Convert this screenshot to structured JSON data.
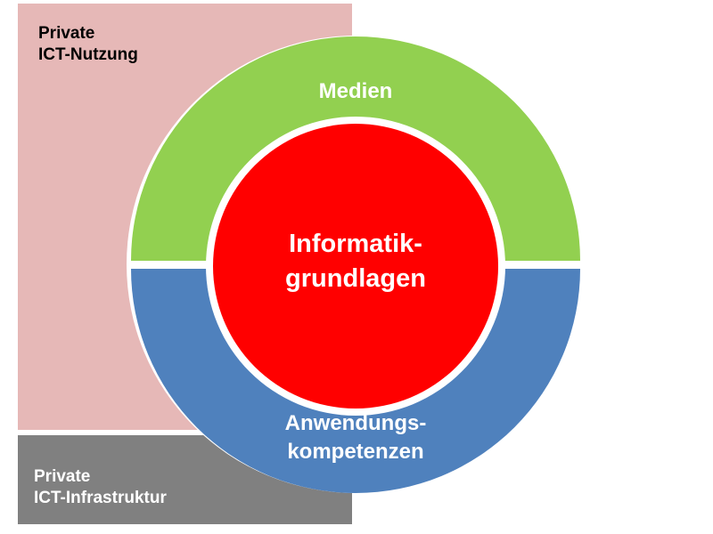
{
  "colors": {
    "private_usage_bg": "#e6b8b7",
    "private_infra_bg": "#808080",
    "media": "#92d050",
    "application": "#4f81bd",
    "core": "#ff0000",
    "separator": "#ffffff"
  },
  "boxes": {
    "private_usage": {
      "line1": "Private",
      "line2": "ICT-Nutzung"
    },
    "private_infra": {
      "line1": "Private",
      "line2": "ICT-Infrastruktur"
    }
  },
  "ring": {
    "top": {
      "label": "Medien"
    },
    "bottom": {
      "line1": "Anwendungs-",
      "line2": "kompetenzen"
    }
  },
  "core": {
    "line1": "Informatik-",
    "line2": "grundlagen"
  }
}
